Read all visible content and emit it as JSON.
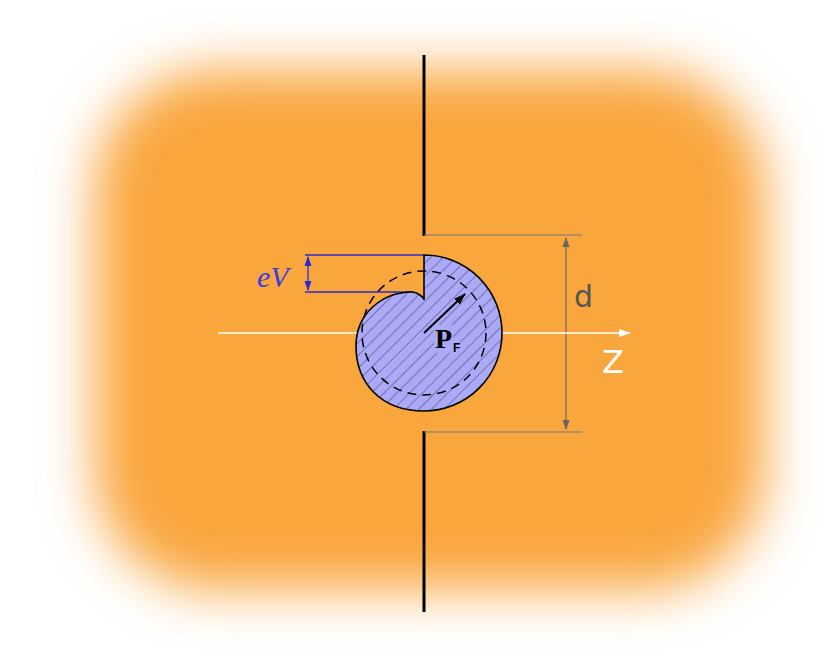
{
  "diagram": {
    "labels": [
      "eV",
      "d",
      "P",
      "F",
      "Z"
    ]
  }
}
